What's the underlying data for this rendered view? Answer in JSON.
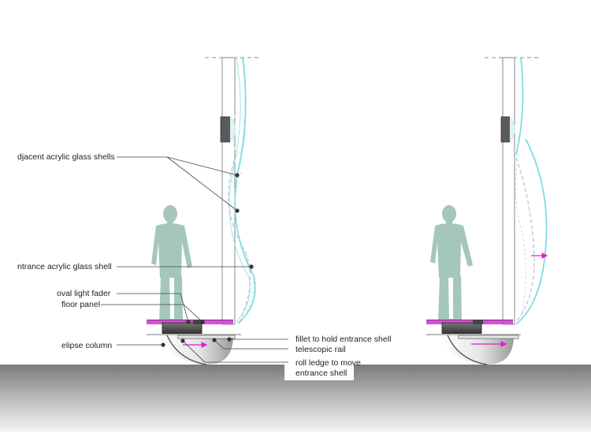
{
  "labels": {
    "adjacent_shells": "djacent acrylic glass shells",
    "entrance_shell": "ntrance acrylic glass shell",
    "oval_light_fader": "oval light fader",
    "floor_panel": "floor panel",
    "ellipse_column": "elipse column",
    "fillet": "fillet to hold entrance shell",
    "telescopic_rail": "telescopic rail",
    "roll_ledge_line1": "roll ledge to move",
    "roll_ledge_line2": "entrance shell"
  },
  "colors": {
    "glass": "#7fdcdc",
    "glass_dashed": "#a9c8d6",
    "human": "#a5c6bd",
    "floor_highlight": "#d552d4",
    "arrow": "#e01fd0",
    "leader": "#444444",
    "column": "#4a4a4a",
    "ground_top": "#7a7a7a",
    "ground_bottom": "#f4f4f4"
  }
}
